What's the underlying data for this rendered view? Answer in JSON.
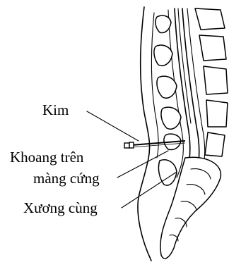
{
  "labels": {
    "needle": "Kim",
    "epidural_space_line1": "Khoang trên",
    "epidural_space_line2": "màng cứng",
    "sacrum": "Xương cùng"
  }
}
